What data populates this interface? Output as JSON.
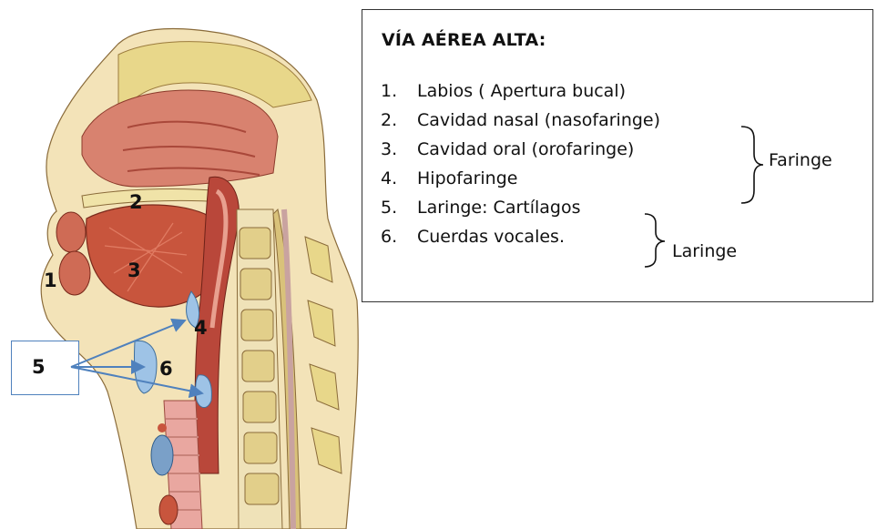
{
  "legend": {
    "title": "VÍA AÉREA ALTA:",
    "items": [
      {
        "num": "1.",
        "text": "Labios ( Apertura bucal)"
      },
      {
        "num": "2.",
        "text": "Cavidad nasal (nasofaringe)"
      },
      {
        "num": "3.",
        "text": "Cavidad oral (orofaringe)"
      },
      {
        "num": "4.",
        "text": "Hipofaringe"
      },
      {
        "num": "5.",
        "text": "Laringe: Cartílagos"
      },
      {
        "num": "6.",
        "text": "Cuerdas vocales."
      }
    ],
    "groups": {
      "faringe": "Faringe",
      "laringe": "Laringe"
    }
  },
  "diagram_labels": {
    "l1": "1",
    "l2": "2",
    "l3": "3",
    "l4": "4",
    "l5": "5",
    "l6": "6"
  },
  "colors": {
    "arrow": "#4f81bd",
    "muscle": "#c8553d",
    "bone": "#e8d78a",
    "cartilage": "#9ec3e6",
    "mucosa": "#e9a7a0"
  }
}
